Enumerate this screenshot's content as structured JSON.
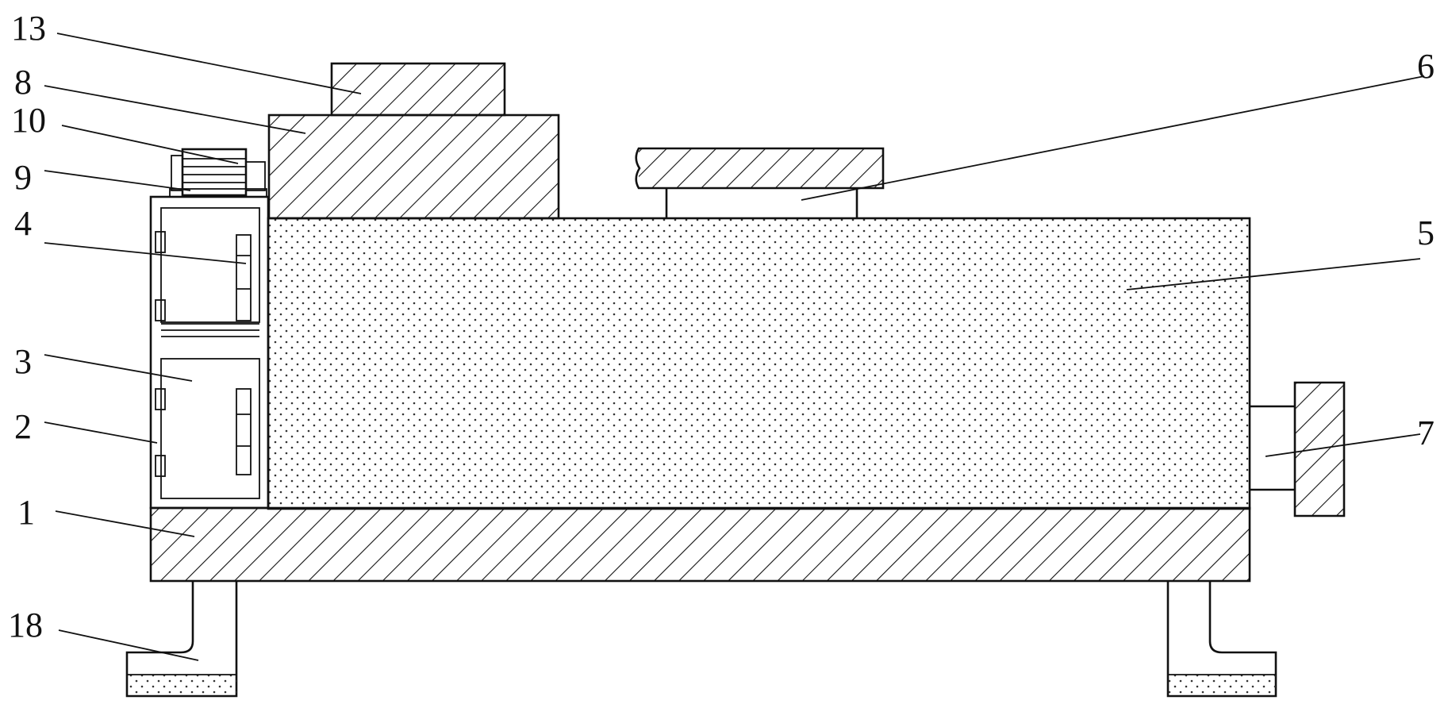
{
  "diagram": {
    "labels": {
      "l1": "1",
      "l2": "2",
      "l3": "3",
      "l4": "4",
      "l5": "5",
      "l6": "6",
      "l7": "7",
      "l8": "8",
      "l9": "9",
      "l10": "10",
      "l13": "13",
      "l18": "18"
    }
  }
}
